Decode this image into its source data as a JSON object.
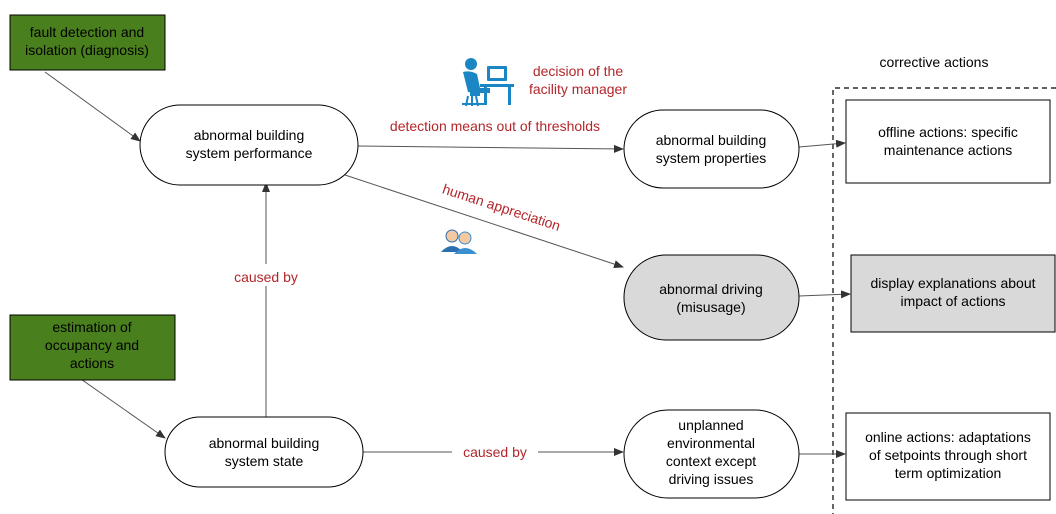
{
  "colors": {
    "green_box": "#4a7f1e",
    "grey_node": "#d9d9d9",
    "edge_label": "#b3262a",
    "icon_blue": "#1b86c4"
  },
  "title": "corrective actions",
  "inputs": {
    "fdi": [
      "fault detection and",
      "isolation (diagnosis)"
    ],
    "occupancy": [
      "estimation of",
      "occupancy and",
      "actions"
    ]
  },
  "nodes": {
    "performance": [
      "abnormal building",
      "system performance"
    ],
    "state": [
      "abnormal building",
      "system state"
    ],
    "properties": [
      "abnormal building",
      "system properties"
    ],
    "driving": [
      "abnormal driving",
      "(misusage)"
    ],
    "context": [
      "unplanned",
      "environmental",
      "context except",
      "driving issues"
    ]
  },
  "actions": {
    "offline": [
      "offline actions: specific",
      "maintenance actions"
    ],
    "display": [
      "display explanations about",
      "impact of actions"
    ],
    "online": [
      "online actions: adaptations",
      "of setpoints through short",
      "term optimization"
    ]
  },
  "edge_labels": {
    "decision": [
      "decision of the",
      "facility manager"
    ],
    "thresholds": "detection means out of thresholds",
    "appreciation": "human appreciation",
    "caused_by_vertical": "caused by",
    "caused_by_horizontal": "caused by"
  },
  "icons": [
    "facility-manager-icon",
    "users-icon"
  ]
}
